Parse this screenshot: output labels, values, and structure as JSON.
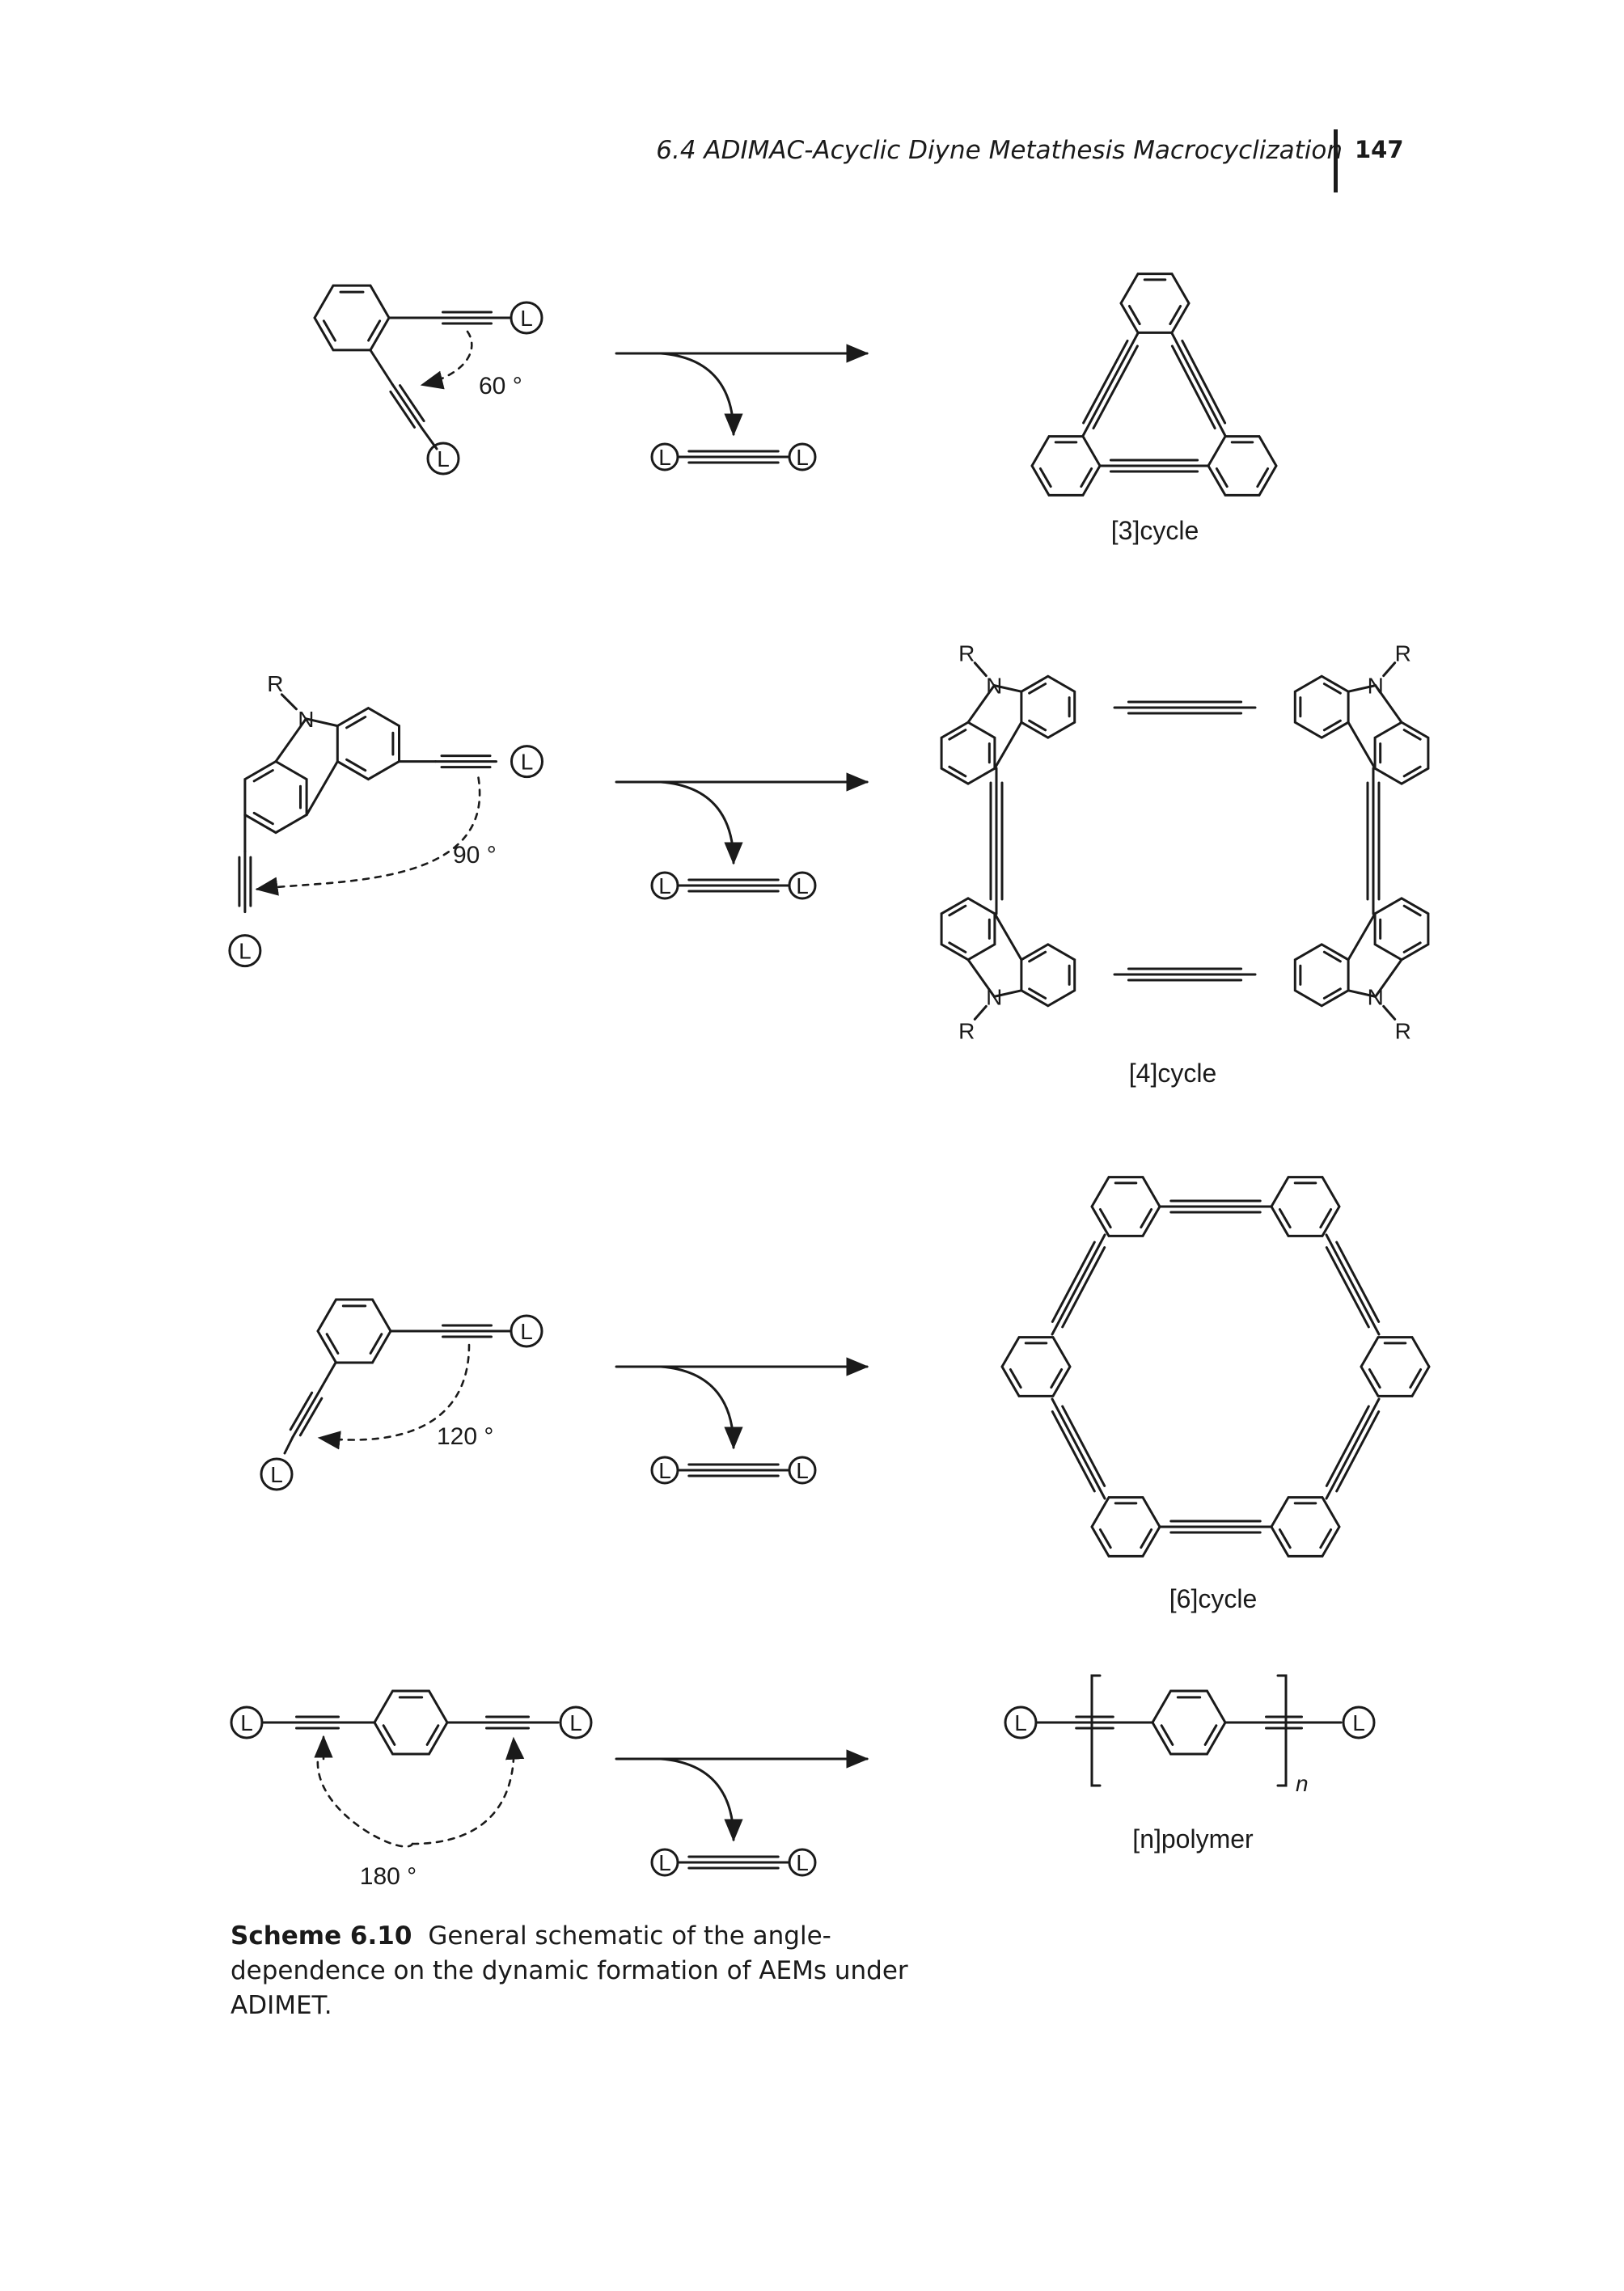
{
  "header": {
    "running_title": "6.4 ADIMAC-Acyclic Diyne Metathesis Macrocyclization",
    "page_number": "147"
  },
  "scheme": {
    "angles": [
      "60 °",
      "90 °",
      "120 °",
      "180 °"
    ],
    "products": [
      "[3]cycle",
      "[4]cycle",
      "[6]cycle",
      "[n]polymer"
    ],
    "ligand_symbol": "L",
    "substituent_symbol": "R",
    "nitrogen_symbol": "N",
    "repeat_subscript": "n"
  },
  "caption": {
    "label": "Scheme 6.10",
    "text": "General schematic of the angle-dependence on the dynamic formation of AEMs under ADIMET."
  }
}
